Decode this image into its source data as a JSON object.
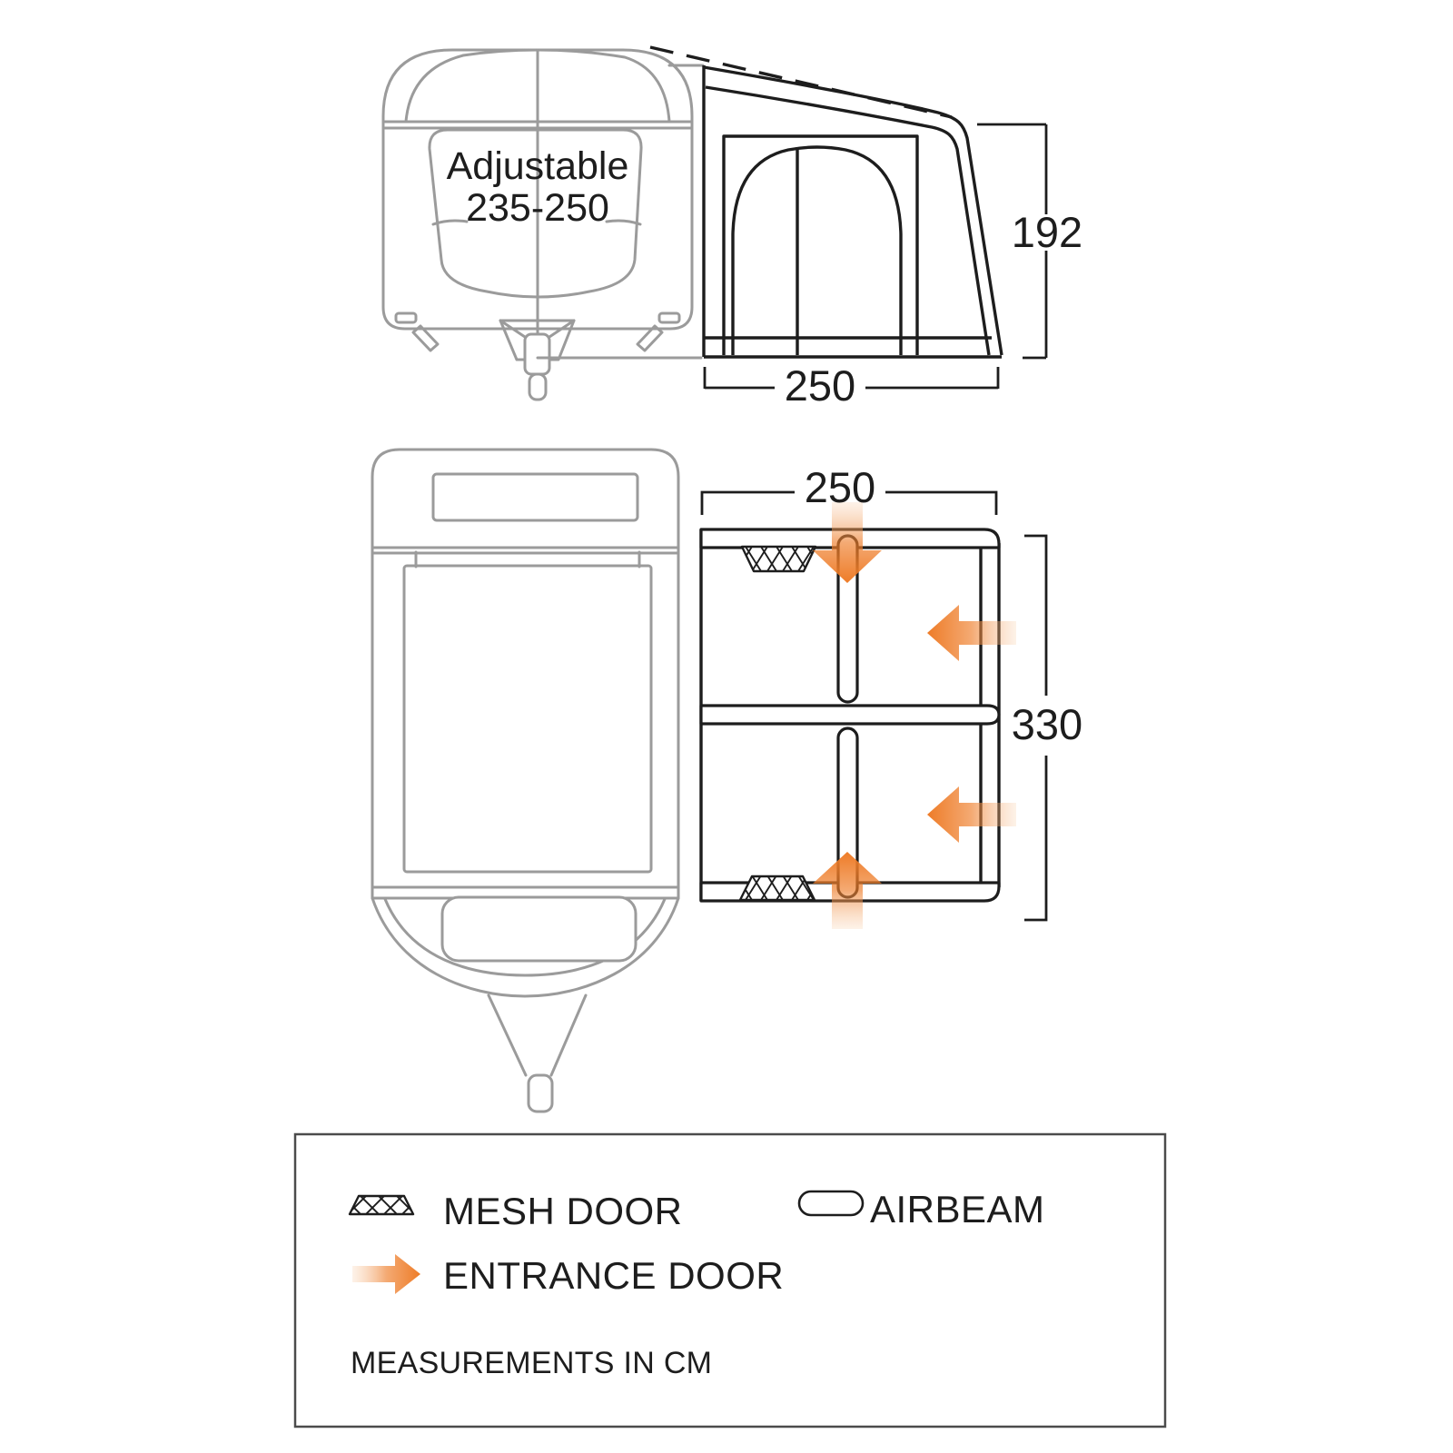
{
  "views": {
    "front": {
      "label_line1": "Adjustable",
      "label_line2": "235-250"
    },
    "side": {
      "height": "192",
      "width": "250"
    },
    "plan": {
      "width": "250",
      "depth": "330"
    }
  },
  "legend": {
    "mesh_door": "MESH DOOR",
    "airbeam": "AIRBEAM",
    "entrance_door": "ENTRANCE DOOR",
    "note": "MEASUREMENTS IN CM"
  },
  "icons": {
    "mesh_door_icon": "crosshatch-trapezoid",
    "airbeam_icon": "rounded-pill-outline",
    "entrance_door_icon": "orange-gradient-arrow"
  },
  "colors": {
    "ink": "#1d1d1d",
    "caravan_gray": "#9b9b9b",
    "accent_orange": "#ee7c28",
    "accent_orange_light": "#f8cba4",
    "legend_border": "#4b4b4b"
  }
}
